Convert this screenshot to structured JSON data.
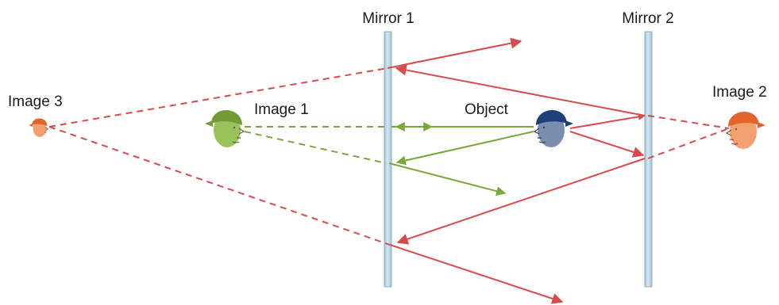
{
  "labels": {
    "mirror1": "Mirror 1",
    "mirror2": "Mirror 2",
    "image1": "Image 1",
    "image2": "Image 2",
    "image3": "Image 3",
    "object": "Object"
  },
  "colors": {
    "red_ray": "#d94a4a",
    "green_ray": "#79a83a",
    "mirror_fill": "#b9d3e2",
    "mirror_edge": "#8fb2c8",
    "object_head": "#7a8fb0",
    "object_cap": "#1f3f7a",
    "image1_head": "#9ac25a",
    "image1_cap": "#6f9c34",
    "image2_head": "#f2a070",
    "image2_cap": "#e2642c",
    "image3_head": "#f2a070",
    "image3_cap": "#e2642c",
    "face_line": "#555555"
  },
  "icons": {
    "object": "head-with-cap-icon",
    "image1": "head-with-cap-icon",
    "image2": "head-with-cap-icon",
    "image3": "head-with-cap-icon"
  }
}
